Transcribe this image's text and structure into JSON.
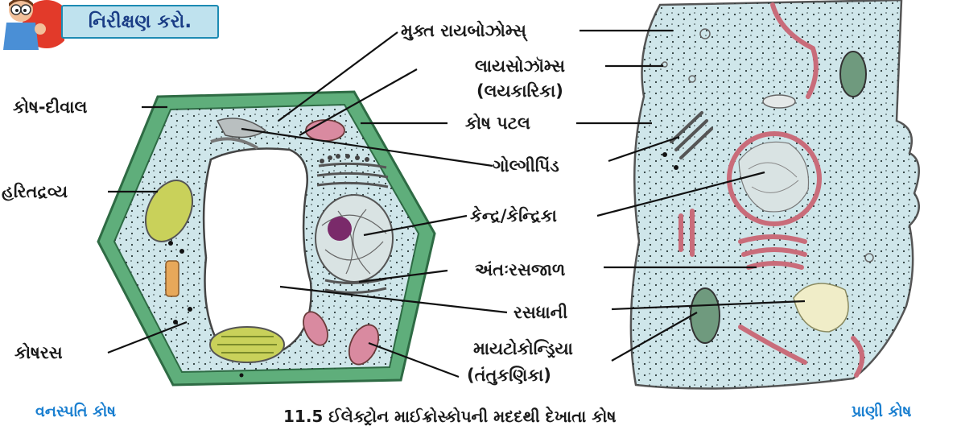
{
  "activity": {
    "title": "નિરીક્ષણ કરો."
  },
  "figure": {
    "caption": "11.5 ઈલેક્ટ્રોન માઈક્રોસ્કોપની મદદથી દેખાતા કોષ"
  },
  "plant_cell": {
    "caption": "વનસ્પતિ કોષ"
  },
  "animal_cell": {
    "caption": "પ્રાણી કોષ"
  },
  "labels": {
    "cell_wall": "કોષ-દીવાલ",
    "chloroplast": "હરિતદ્રવ્ય",
    "cell_sap": "કોષરસ",
    "free_ribosomes": "મુક્ત રાયબોઝોમ્સ્",
    "lysosomes": "લાયસોઝૉમ્સ",
    "lysosomes_alt": "(લયકારિકા)",
    "cell_membrane": "કોષ પટલ",
    "golgi": "ગોલ્ગીપિંડ",
    "nucleus": "કેન્દ્ર/કેન્દ્રિકા",
    "er": "અંતઃરસજાળ",
    "vacuole": "રસધાની",
    "mitochondria": "માયટોકોન્ડ્રિયા",
    "mitochondria_alt": "(તંતુકણિકા)"
  },
  "colors": {
    "title_bg": "#bfe2ee",
    "title_border": "#1d8bb3",
    "title_text": "#1a3d86",
    "cell_wall": "#5fae7b",
    "cytoplasm": "#cfe6ea",
    "caption_blue": "#1a7fd0"
  }
}
